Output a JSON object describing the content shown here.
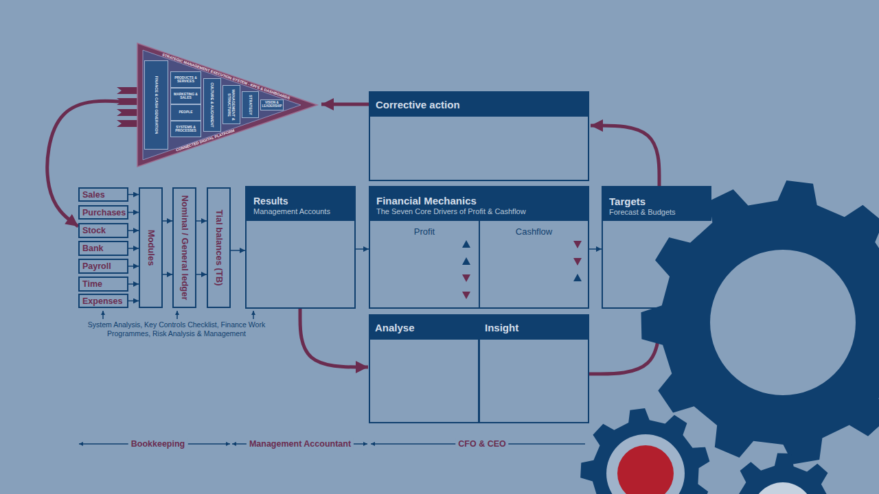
{
  "diagram": {
    "nodes": [
      {
        "text": [
          "STRATEGIC MANAGEMENT EXECUTION SYSTEM - KPI'S & DASHBOARDS",
          "CONNECTED DIGITAL PLATFORM"
        ]
      },
      {
        "text": [
          "FINANCE & CASH GENERATION"
        ],
        "in": 0
      },
      {
        "text": [
          "PRODUCTS & SERVICES"
        ],
        "in": 0
      },
      {
        "text": [
          "MARKETING & SALES"
        ],
        "in": 0
      },
      {
        "text": [
          "PEOPLE"
        ],
        "in": 0
      },
      {
        "text": [
          "SYSTEMS & PROCESSES"
        ],
        "in": 0
      },
      {
        "text": [
          "CULTURE & ALIGNMENT"
        ],
        "in": 0
      },
      {
        "text": [
          "MANAGEMENT & STRUCTURE"
        ],
        "in": 0
      },
      {
        "text": [
          "STRATEGY"
        ],
        "in": 0
      },
      {
        "text": [
          "VISION & LEADERSHIP"
        ],
        "in": 0
      },
      {
        "text": [
          "Corrective action"
        ]
      },
      {
        "text": [
          "Sales"
        ]
      },
      {
        "text": [
          "Purchases"
        ]
      },
      {
        "text": [
          "Stock"
        ]
      },
      {
        "text": [
          "Bank"
        ]
      },
      {
        "text": [
          "Payroll"
        ]
      },
      {
        "text": [
          "Time"
        ]
      },
      {
        "text": [
          "Expenses"
        ]
      },
      {
        "text": [
          "Modules"
        ]
      },
      {
        "text": [
          "Nominal / General ledger"
        ]
      },
      {
        "text": [
          "Tial balances (TB)"
        ]
      },
      {
        "text": [
          "Results",
          "Management Accounts"
        ]
      },
      {
        "text": [
          "Financial Mechanics",
          "The Seven Core Drivers of Profit & Cashflow"
        ]
      },
      {
        "text": [
          "Profit"
        ],
        "in": 22
      },
      {
        "text": [
          "Cashflow"
        ],
        "in": 22
      },
      {
        "text": [
          "Targets",
          "Forecast & Budgets"
        ]
      },
      {
        "text": [
          "Analyse"
        ]
      },
      {
        "text": [
          "Insight"
        ]
      }
    ],
    "edges": [
      {
        "from": 11,
        "to": 18,
        "arrow": "to"
      },
      {
        "from": 12,
        "to": 18,
        "arrow": "to"
      },
      {
        "from": 13,
        "to": 18,
        "arrow": "to"
      },
      {
        "from": 14,
        "to": 18,
        "arrow": "to"
      },
      {
        "from": 15,
        "to": 18,
        "arrow": "to"
      },
      {
        "from": 16,
        "to": 18,
        "arrow": "to"
      },
      {
        "from": 17,
        "to": 18,
        "arrow": "to"
      },
      {
        "from": 18,
        "to": 19,
        "arrow": "to"
      },
      {
        "from": 18,
        "to": 19,
        "arrow": "to"
      },
      {
        "from": 19,
        "to": 20,
        "arrow": "to"
      },
      {
        "from": 19,
        "to": 20,
        "arrow": "to"
      },
      {
        "from": 20,
        "to": 21,
        "arrow": "to"
      },
      {
        "from": 21,
        "to": 22,
        "arrow": "to"
      },
      {
        "from": 22,
        "to": 25,
        "arrow": "to"
      },
      {
        "from": 21,
        "to": 26,
        "arrow": "to"
      },
      {
        "from": 27,
        "to": 25,
        "arrow": "none"
      },
      {
        "from": 25,
        "to": 10,
        "arrow": "to"
      },
      {
        "from": 10,
        "to": 0,
        "arrow": "to"
      },
      {
        "from": 0,
        "to": 13,
        "arrow": "to"
      }
    ],
    "labels": [
      "System Analysis, Key Controls Checklist, Finance Work Programmes, Risk Analysis & Management",
      "Bookkeeping",
      "Management Accountant",
      "CFO & CEO"
    ]
  }
}
